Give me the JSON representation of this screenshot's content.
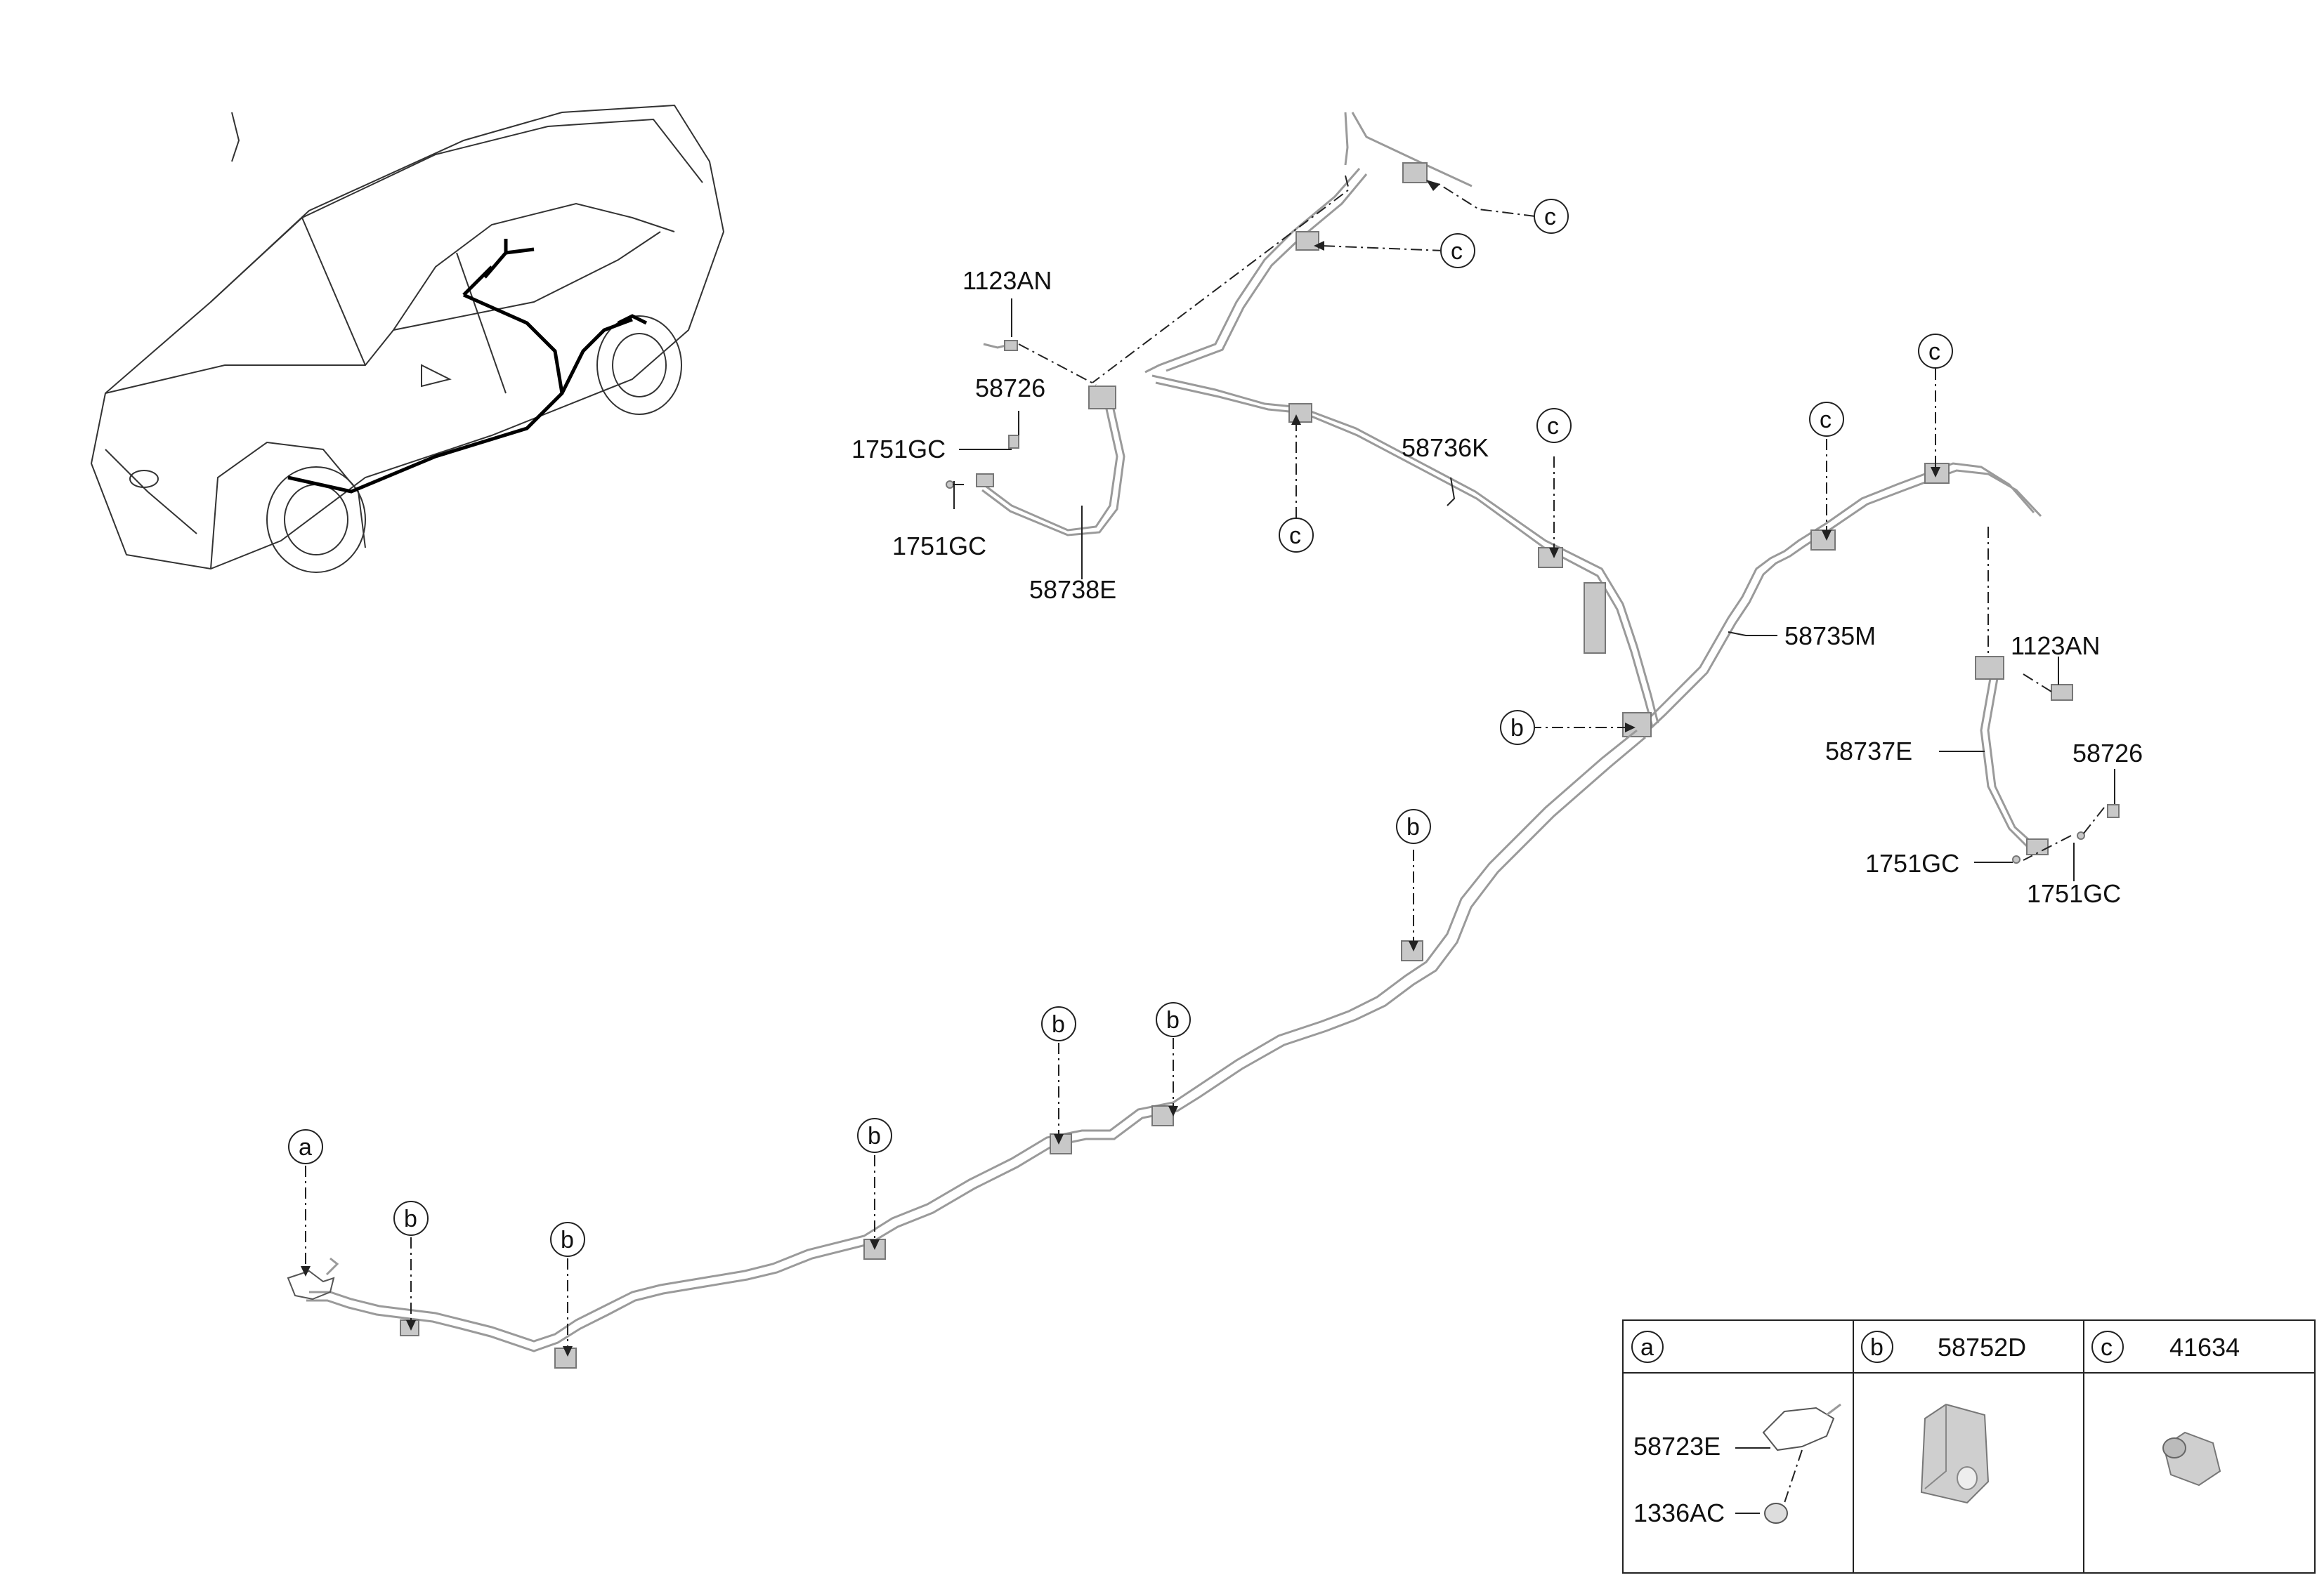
{
  "labels": {
    "bolt_left": "1123AN",
    "nut_left": "58726",
    "clip_left_1": "1751GC",
    "clip_left_2": "1751GC",
    "hose_left": "58738E",
    "tube_front": "58736K",
    "tube_main": "58735M",
    "bolt_right": "1123AN",
    "hose_right": "58737E",
    "nut_right": "58726",
    "clip_right_1": "1751GC",
    "clip_right_2": "1751GC"
  },
  "callouts": {
    "a": "a",
    "b": "b",
    "c": "c"
  },
  "legend": {
    "a_key": "a",
    "b_key": "b",
    "c_key": "c",
    "b_part": "58752D",
    "c_part": "41634",
    "a_parts": [
      "58723E",
      "1336AC"
    ]
  },
  "colors": {
    "line": "#9a9a9a",
    "ink": "#111111",
    "clip_fill": "#c8c8c8"
  }
}
